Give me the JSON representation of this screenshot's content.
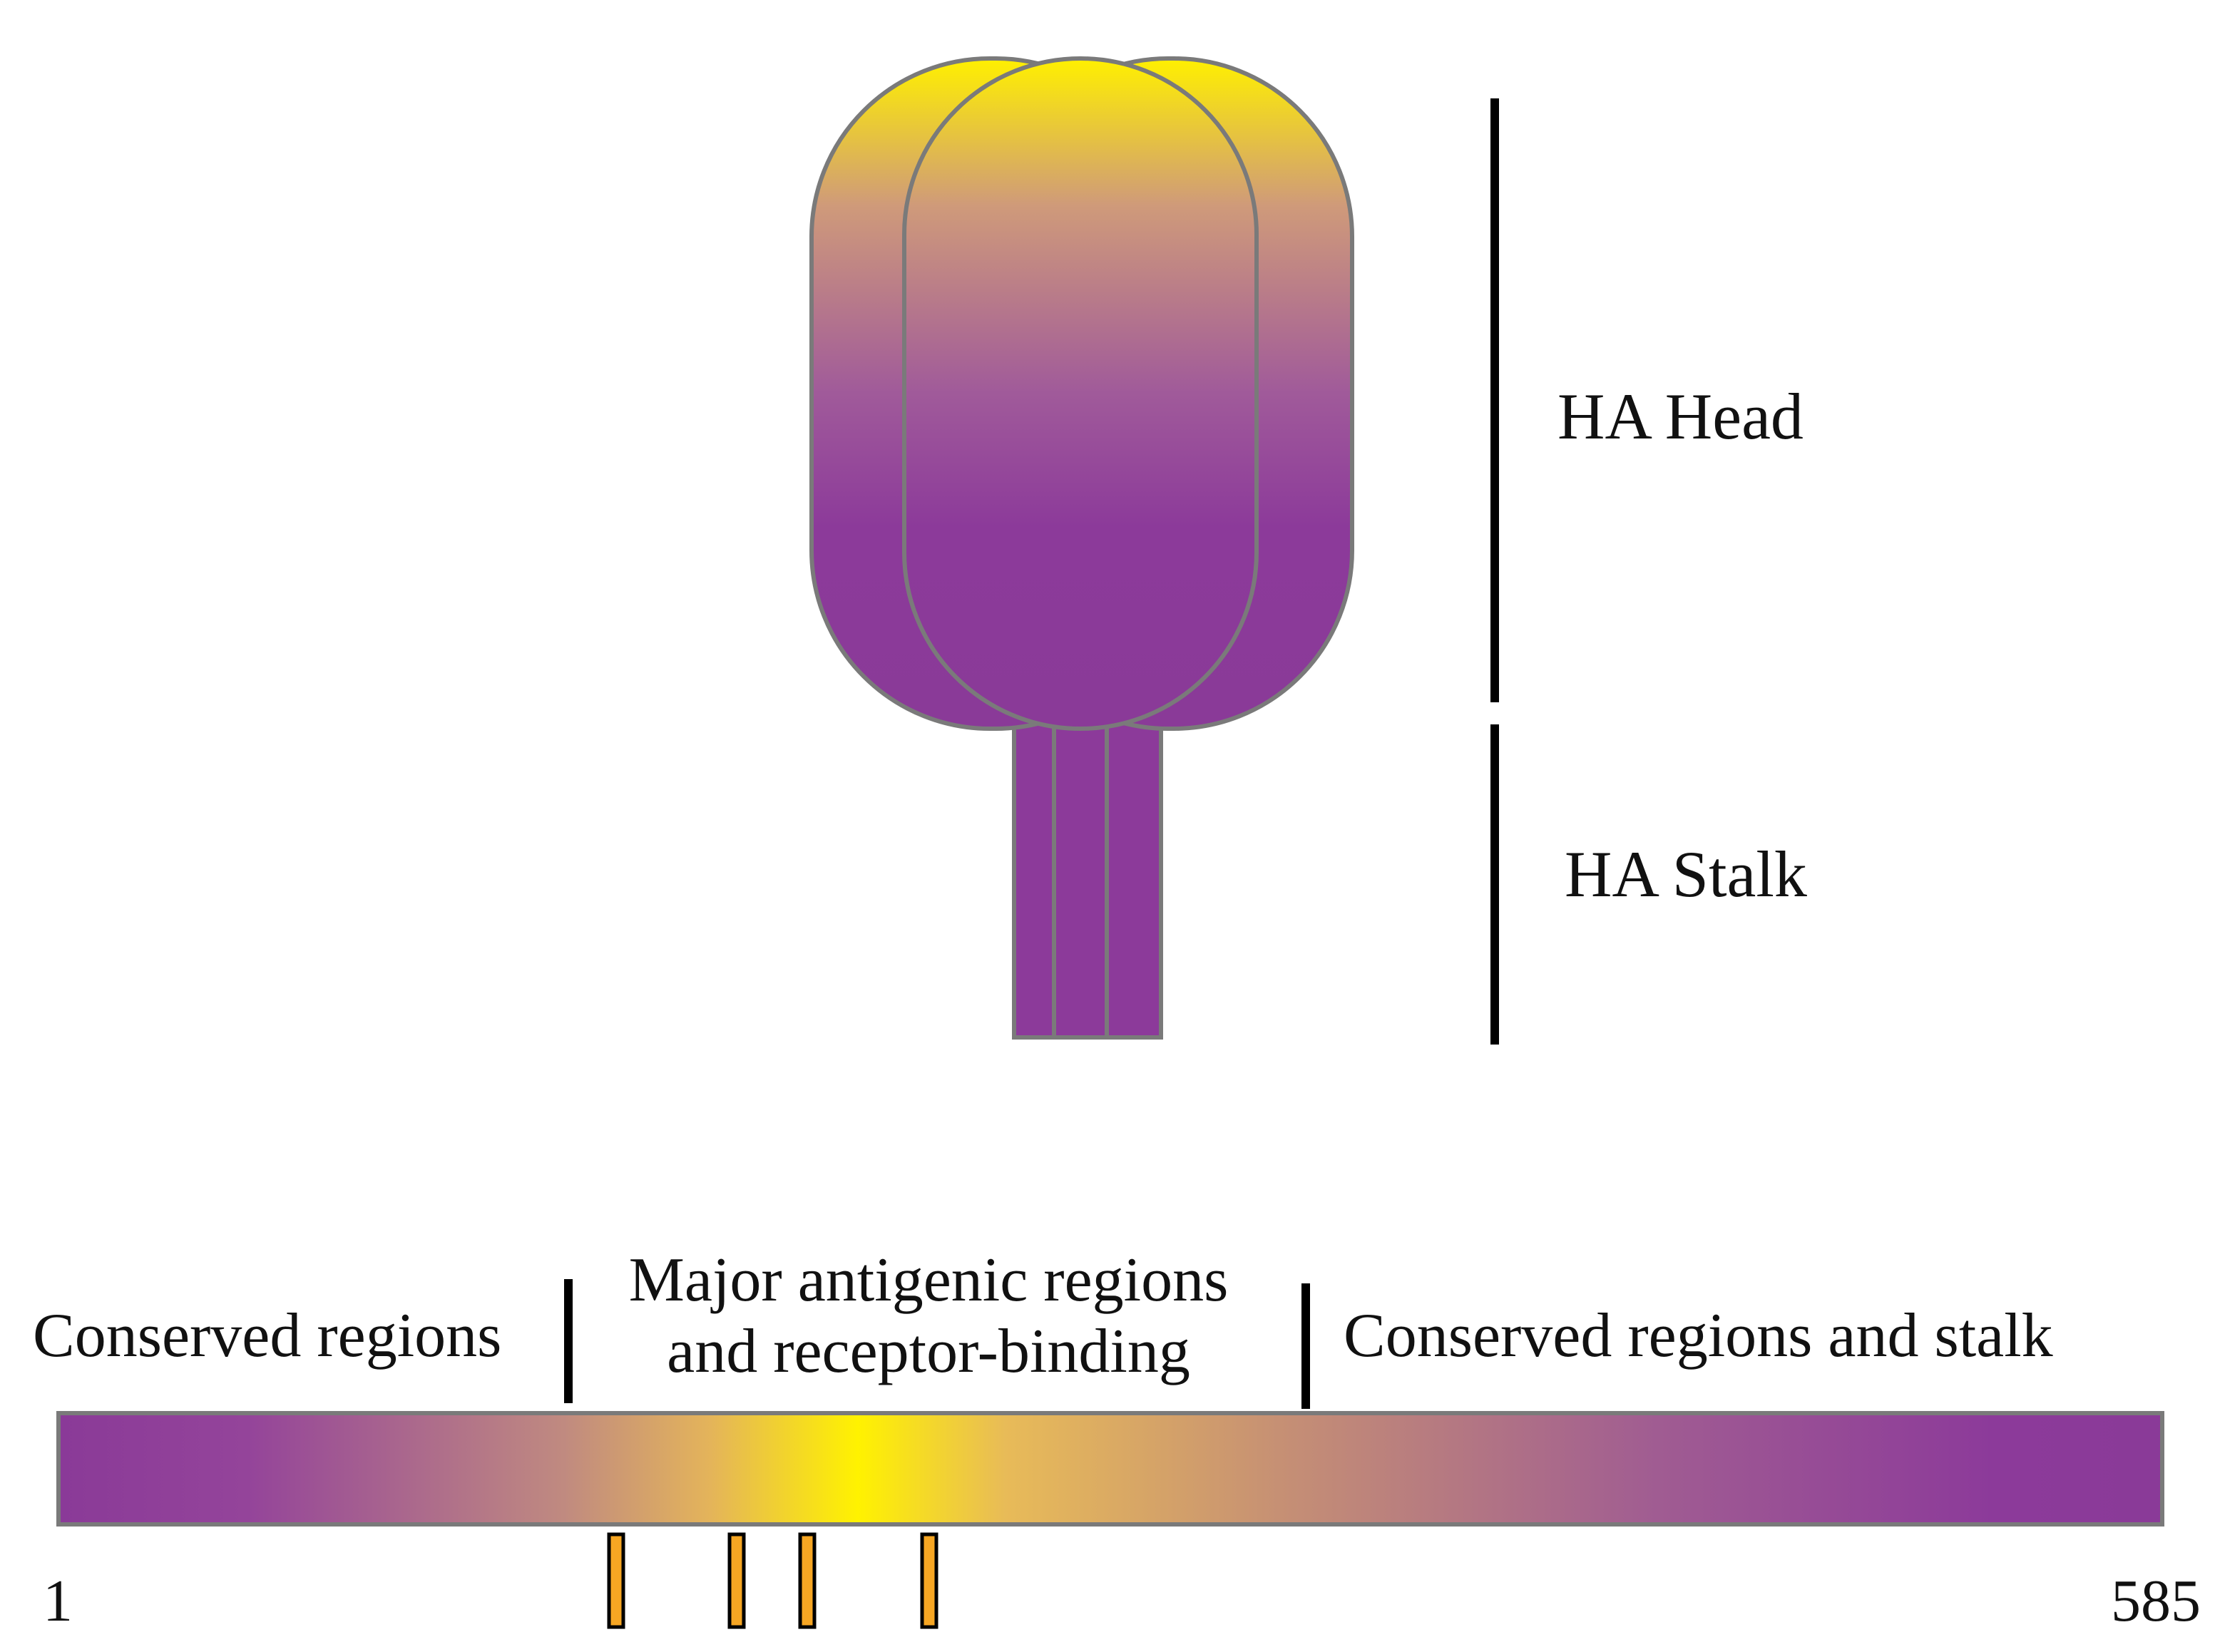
{
  "structure": {
    "head_label": "HA Head",
    "stalk_label": "HA Stalk"
  },
  "sequence_bar": {
    "regions": [
      {
        "label_lines": [
          "Conserved regions"
        ]
      },
      {
        "label_lines": [
          "Major antigenic regions",
          "and receptor-binding"
        ]
      },
      {
        "label_lines": [
          "Conserved regions and stalk"
        ]
      }
    ],
    "start_label": "1",
    "end_label": "585"
  },
  "colors": {
    "purple": "#8c3a9a",
    "tan": "#c8967a",
    "yellow": "#fff000",
    "outline": "#7a7a7a",
    "marker_fill": "#f6a623"
  }
}
